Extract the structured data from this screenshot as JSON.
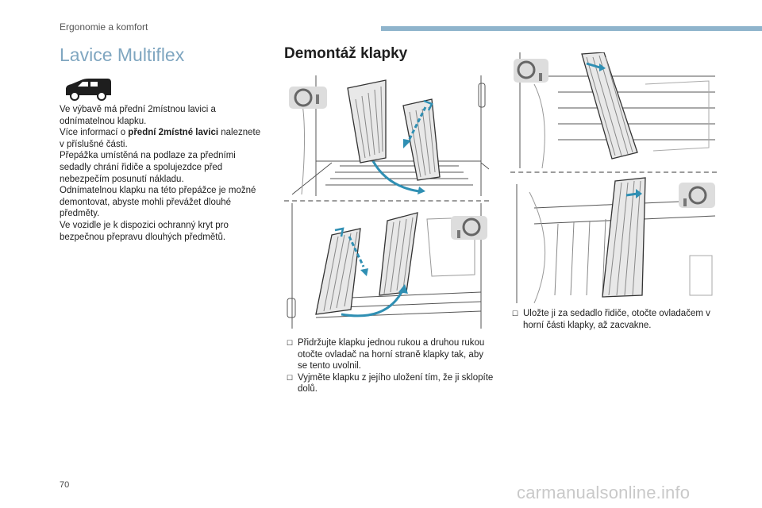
{
  "header": {
    "section": "Ergonomie a komfort"
  },
  "left": {
    "title": "Lavice Multiflex",
    "p1": "Ve výbavě má přední 2místnou lavici a odnímatelnou klapku.",
    "p2_pre": "Více informací o ",
    "p2_bold": "přední 2místné lavici",
    "p2_post": " naleznete v příslušné části.",
    "p3": "Přepážka umístěná na podlaze za předními sedadly chrání řidiče a spolujezdce před nebezpečím posunutí nákladu.",
    "p4": "Odnímatelnou klapku na této přepážce je možné demontovat, abyste mohli převážet dlouhé předměty.",
    "p5": "Ve vozidle je k dispozici ochranný kryt pro bezpečnou přepravu dlouhých předmětů."
  },
  "middle": {
    "title": "Demontáž klapky",
    "steps": [
      "Přidržujte klapku jednou rukou a druhou rukou otočte ovladač na horní straně klapky tak, aby se tento uvolnil.",
      "Vyjměte klapku z jejího uložení tím, že ji sklopíte dolů."
    ]
  },
  "right": {
    "steps": [
      "Uložte ji za sedadlo řidiče, otočte ovladačem v horní části klapky, až zacvakne."
    ]
  },
  "icons": {
    "bullet": "checkbox-bullet-icon",
    "van": "van-icon",
    "steering": "steering-wheel-icon"
  },
  "colors": {
    "accent": "#7fa6c0",
    "arrow": "#2f8fb3",
    "bar": "#8fb4cc"
  },
  "footer": {
    "page_number": "70",
    "watermark": "carmanualsonline.info"
  }
}
